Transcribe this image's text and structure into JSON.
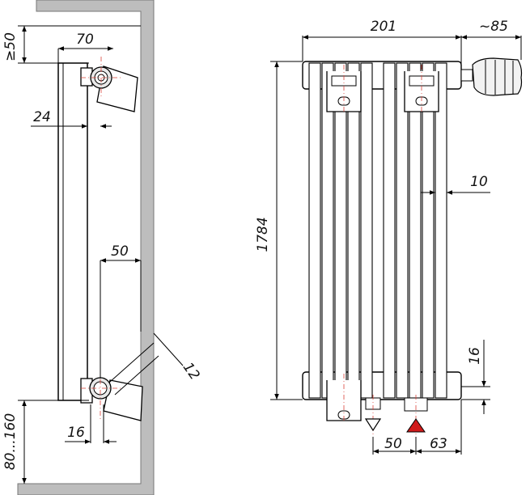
{
  "drawing": {
    "side_view": {
      "dims": {
        "min_top_gap": "≥50",
        "bracket_reach_top": "70",
        "wall_to_radiator": "24",
        "lower_offset": "50",
        "angle_gap": "12",
        "bottom_reach": "16",
        "floor_gap": "80...160"
      }
    },
    "front_view": {
      "dims": {
        "total_width": "201",
        "valve_length": "~85",
        "height": "1784",
        "tube_spacing": "10",
        "bottom_header": "16",
        "outlet_offset": "50",
        "inlet_offset": "63"
      }
    },
    "colors": {
      "wall": "#bdbdbd",
      "inlet_arrow": "#d01b1b",
      "axis": "#d9433a"
    }
  }
}
